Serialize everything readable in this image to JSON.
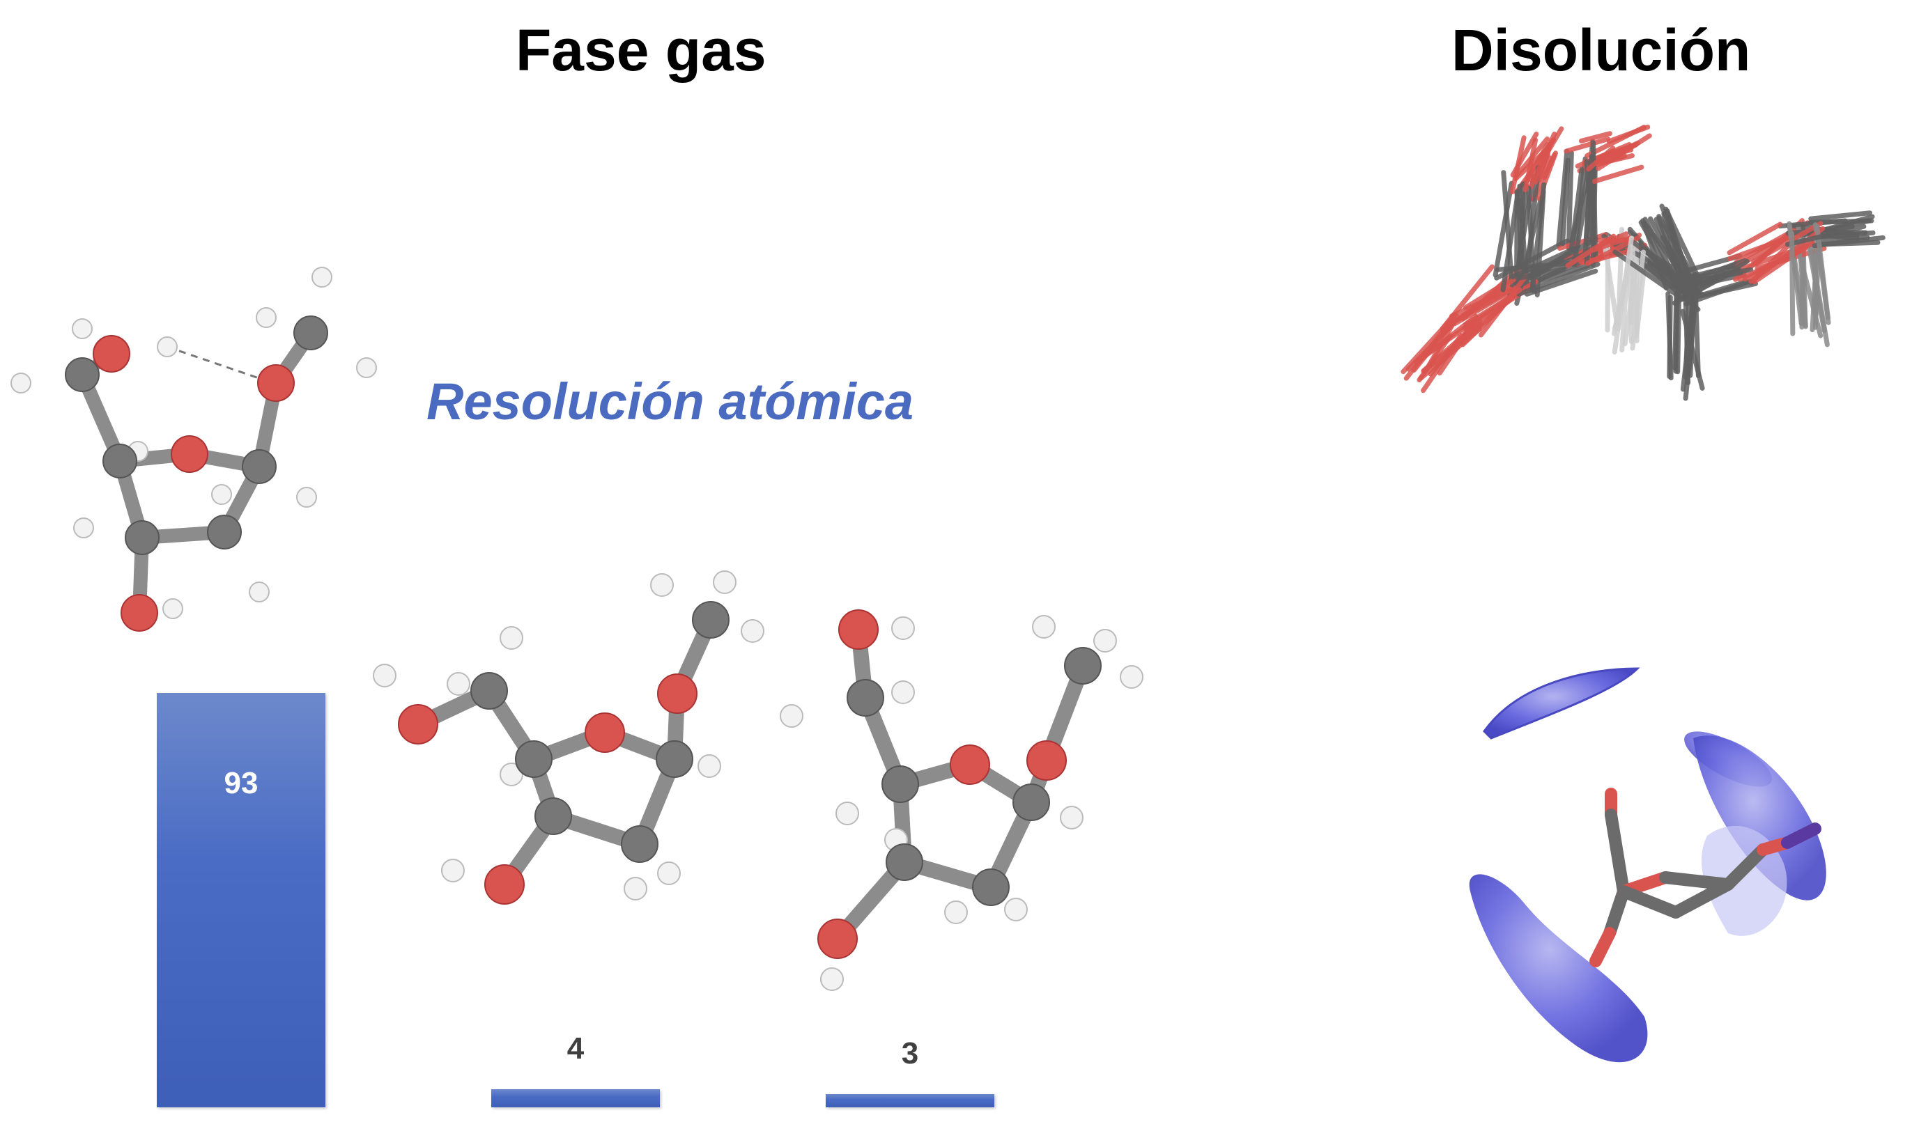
{
  "headings": {
    "gas_phase": "Fase gas",
    "solution": "Disolución"
  },
  "subtitle": "Resolución atómica",
  "colors": {
    "subtitle": "#4a6bbf",
    "bar": "#4a6cc4",
    "oxygen": "#d9534f",
    "carbon": "#7a7a7a",
    "hydrogen": "#f0f0f0",
    "solvent_density": "#5a5ad6"
  },
  "chart_data": {
    "type": "bar",
    "values": [
      93,
      4,
      3
    ],
    "ylim": [
      0,
      100
    ]
  },
  "icons": [
    "molecule-conformer-icon",
    "molecule-ensemble-icon",
    "solvent-density-icon"
  ]
}
